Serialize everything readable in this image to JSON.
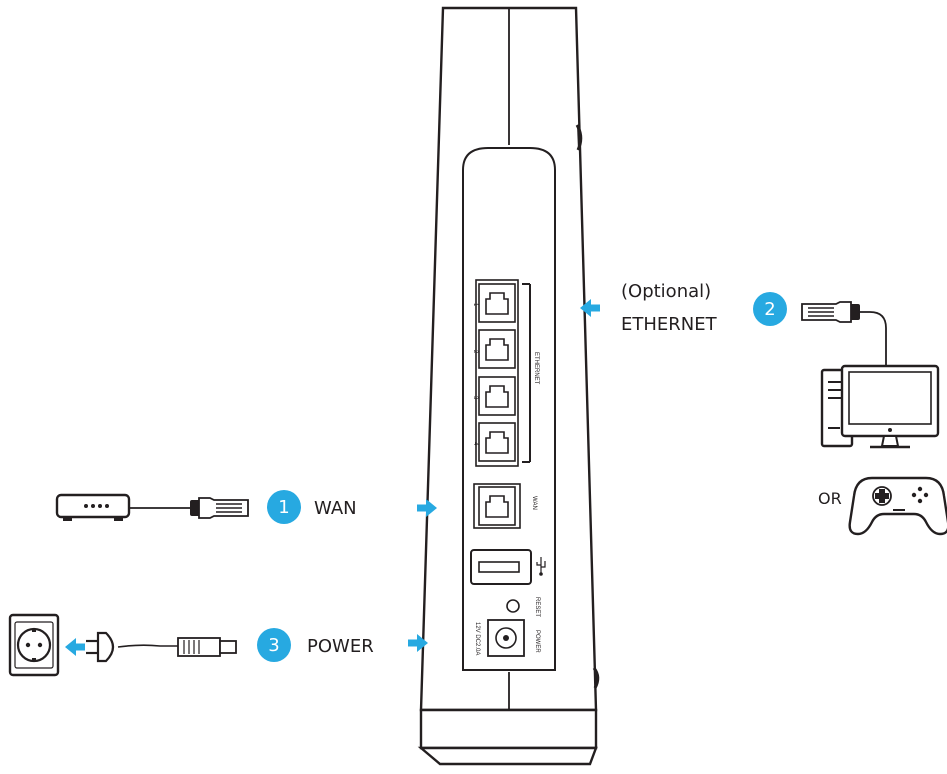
{
  "colors": {
    "accent": "#27a9e1",
    "outline": "#231f20",
    "background": "#ffffff"
  },
  "steps": [
    {
      "number": "1",
      "label": "WAN"
    },
    {
      "number": "2",
      "label_line1": "(Optional)",
      "label_line2": "ETHERNET"
    },
    {
      "number": "3",
      "label": "POWER"
    }
  ],
  "or_label": "OR",
  "router_panel": {
    "ethernet_label": "ETHERNET",
    "port_numbers": [
      "1",
      "2",
      "3",
      "4"
    ],
    "wan_label": "WAN",
    "reset_label": "RESET",
    "power_label": "POWER",
    "dc_rating": "12V DC2.0A",
    "usb_icon": "usb-icon"
  },
  "icons": [
    "modem-icon",
    "ethernet-plug-icon",
    "wall-socket-icon",
    "power-plug-icon",
    "dc-plug-icon",
    "desktop-computer-icon",
    "game-controller-icon",
    "arrow-icon"
  ]
}
